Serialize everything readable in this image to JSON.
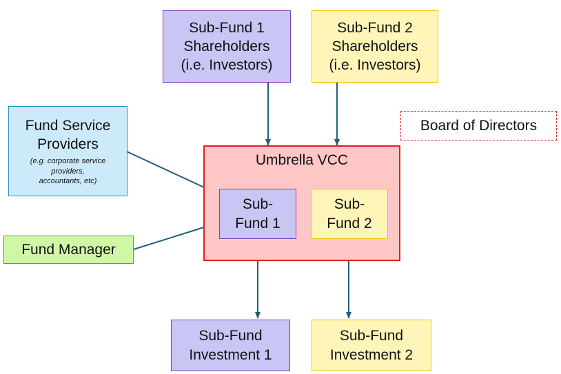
{
  "nodes": {
    "sf1_shareholders": [
      "Sub-Fund 1",
      "Shareholders",
      "(i.e. Investors)"
    ],
    "sf2_shareholders": [
      "Sub-Fund 2",
      "Shareholders",
      "(i.e. Investors)"
    ],
    "service_providers": {
      "title": [
        "Fund Service",
        "Providers"
      ],
      "note": [
        "(e.g. corporate service",
        "providers,",
        "accountants, etc)"
      ]
    },
    "board": "Board of Directors",
    "umbrella": "Umbrella VCC",
    "sub_fund_1": [
      "Sub-",
      "Fund 1"
    ],
    "sub_fund_2": [
      "Sub-",
      "Fund 2"
    ],
    "fund_manager": "Fund Manager",
    "investment_1": [
      "Sub-Fund",
      "Investment 1"
    ],
    "investment_2": [
      "Sub-Fund",
      "Investment 2"
    ]
  },
  "colors": {
    "arrow": "#1f5f7a",
    "umbrella_border": "#e02020"
  }
}
